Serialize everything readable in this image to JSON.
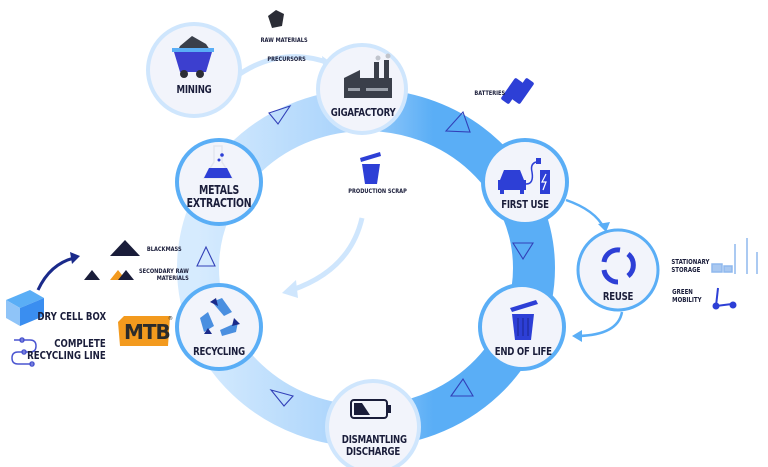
{
  "diagram": {
    "title": "Battery lifecycle circular economy",
    "colors": {
      "ring_dark": "#5aaef6",
      "ring_light": "#cfe6fd",
      "node_fill": "#f2f4fb",
      "node_border": "#5aaef6",
      "node_border_light": "#cfe6fd",
      "icon_blue": "#2d3fd6",
      "text_dark": "#1a1d3a",
      "brand_orange": "#f39a1e"
    },
    "nodes": [
      {
        "id": "mining",
        "label": "MINING",
        "icon": "mine-cart-icon"
      },
      {
        "id": "gigafactory",
        "label": "GIGAFACTORY",
        "icon": "factory-icon"
      },
      {
        "id": "first_use",
        "label": "FIRST USE",
        "icon": "electric-car-charger-icon"
      },
      {
        "id": "reuse",
        "label": "REUSE",
        "icon": "recycle-arrows-icon"
      },
      {
        "id": "end_of_life",
        "label": "END OF LIFE",
        "icon": "trash-bin-icon"
      },
      {
        "id": "dismantling",
        "label_line1": "DISMANTLING",
        "label_line2": "DISCHARGE",
        "icon": "low-battery-icon"
      },
      {
        "id": "recycling",
        "label": "RECYCLING",
        "icon": "recycle-icon"
      },
      {
        "id": "metals_extraction",
        "label_line1": "METALS",
        "label_line2": "EXTRACTION",
        "icon": "flask-icon"
      }
    ],
    "annotations": {
      "raw_materials": "RAW MATERIALS",
      "precursors": "PRECURSORS",
      "batteries": "BATTERIES",
      "production_scrap": "PRODUCTION SCRAP",
      "stationary_storage_1": "STATIONARY",
      "stationary_storage_2": "STORAGE",
      "green_mobility_1": "GREEN",
      "green_mobility_2": "MOBILITY",
      "blackmass": "BLACKMASS",
      "secondary_raw_1": "SECONDARY RAW",
      "secondary_raw_2": "MATERIALS",
      "dry_cell_box": "DRY CELL BOX",
      "complete_line_1": "COMPLETE",
      "complete_line_2": "RECYCLING LINE"
    },
    "brand": {
      "logo_text": "MTB",
      "registered_mark": "®"
    }
  }
}
